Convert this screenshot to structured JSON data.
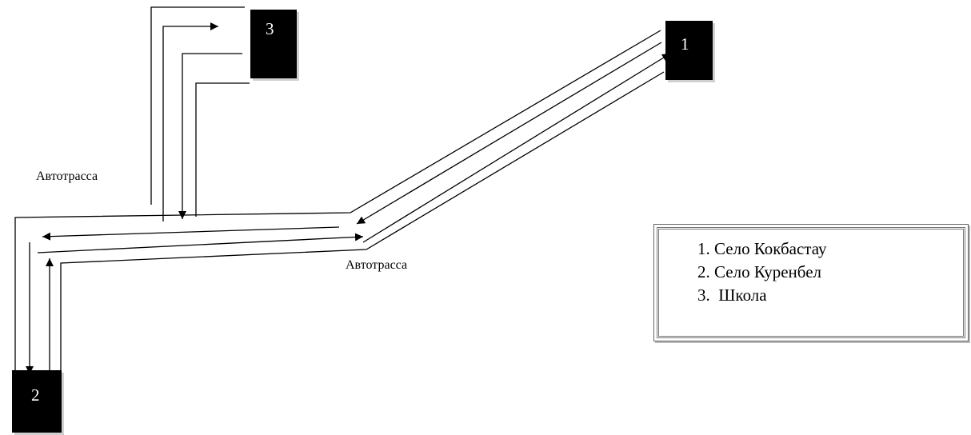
{
  "nodes": [
    {
      "id": "1",
      "label": "1"
    },
    {
      "id": "2",
      "label": "2"
    },
    {
      "id": "3",
      "label": "3"
    }
  ],
  "road_labels": [
    "Автотрасса",
    "Автотрасса"
  ],
  "legend": {
    "items": [
      "1. Село Кокбастау",
      "2. Село Куренбел",
      "3.  Школа"
    ]
  }
}
